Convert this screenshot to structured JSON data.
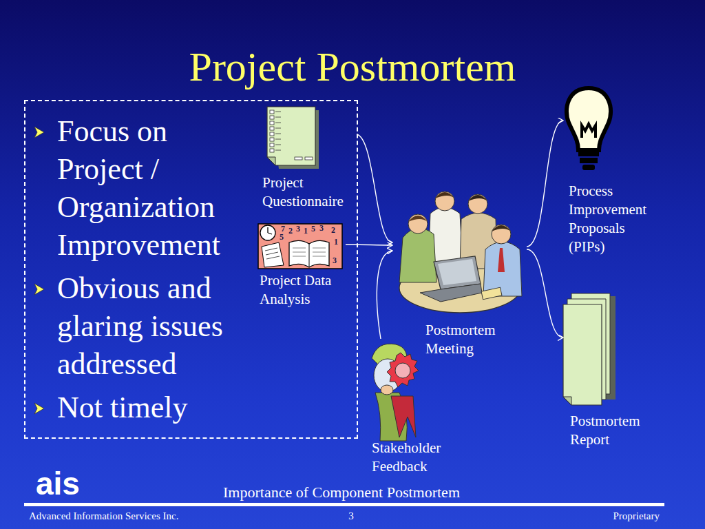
{
  "diagram": {
    "title": "Project Postmortem",
    "nodes": [
      {
        "text": [
          "Focus on Project / Organization Improvement",
          "Obvious and glaring issues addressed",
          "Not timely"
        ]
      },
      {
        "text": [
          "Project Questionnaire"
        ]
      },
      {
        "text": [
          "Project Data Analysis"
        ]
      },
      {
        "text": [
          "Postmortem Meeting"
        ]
      },
      {
        "text": [
          "Stakeholder Feedback"
        ]
      },
      {
        "text": [
          "Process Improvement Proposals (PIPs)"
        ]
      },
      {
        "text": [
          "Postmortem Report"
        ]
      }
    ],
    "edges": [
      {
        "from": 1,
        "to": 3,
        "arrow": "to"
      },
      {
        "from": 2,
        "to": 3,
        "arrow": "to"
      },
      {
        "from": 4,
        "to": 3,
        "arrow": "to"
      },
      {
        "from": 3,
        "to": 5,
        "arrow": "to"
      },
      {
        "from": 3,
        "to": 6,
        "arrow": "to"
      }
    ],
    "labels": [
      "ais",
      "Importance of Component Postmortem",
      "Advanced Information Services Inc.",
      "3",
      "Proprietary",
      "7",
      "2",
      "3",
      "1",
      "5",
      "3",
      "2",
      "1",
      "5",
      "3"
    ]
  }
}
